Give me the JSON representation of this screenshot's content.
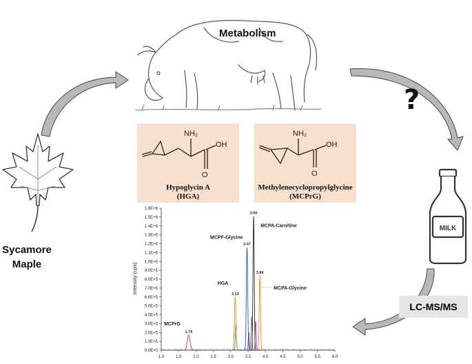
{
  "labels": {
    "metabolism": "Metabolism",
    "sycamore_line1": "Sycamore",
    "sycamore_line2": "Maple",
    "question": "?",
    "lcms": "LC-MS/MS"
  },
  "molecules": {
    "hga": {
      "name": "Hypoglycin A",
      "abbr": "(HGA)",
      "nh2": "NH₂",
      "oh": "OH"
    },
    "mcprg": {
      "name": "Methylenecyclopropylglycine",
      "abbr": "(MCPrG)",
      "nh2": "NH₂",
      "oh": "OH"
    }
  },
  "chart_data": {
    "type": "line",
    "ylabel": "Intensity (cps)",
    "xlim": [
      1.0,
      6.0
    ],
    "ylim": [
      0,
      1600000.0
    ],
    "x_ticks": [
      "1.0",
      "1.5",
      "2.0",
      "2.5",
      "3.0",
      "3.5",
      "4.0",
      "4.5",
      "5.0",
      "5.5",
      "6.0"
    ],
    "y_ticks": [
      "0.0E+0",
      "1.0E+5",
      "2.0E+5",
      "3.0E+5",
      "4.0E+5",
      "5.0E+5",
      "6.0E+5",
      "7.0E+5",
      "8.0E+5",
      "9.0E+5",
      "1.0E+6",
      "1.1E+6",
      "1.2E+6",
      "1.3E+6",
      "1.4E+6",
      "1.5E+6",
      "1.6E+6"
    ],
    "peaks": [
      {
        "name": "MCPrG",
        "rt": 1.79,
        "rt_label": "1.79",
        "height": 170000,
        "width": 0.08,
        "color": "#d6283a"
      },
      {
        "name": "HGA",
        "rt": 3.13,
        "rt_label": "3.13",
        "height": 600000,
        "width": 0.045,
        "color": "#e08a2a"
      },
      {
        "name": "MCPF-Glycine",
        "rt": 3.47,
        "rt_label": "3.47",
        "height": 1160000,
        "width": 0.04,
        "color": "#2a4fc4"
      },
      {
        "name": "MCPA-Carnitine",
        "rt": 3.66,
        "rt_label": "3.66",
        "height": 1510000,
        "width": 0.035,
        "color": "#222222"
      },
      {
        "name": "MCPA-Glycine",
        "rt": 3.84,
        "rt_label": "3.84",
        "height": 840000,
        "width": 0.035,
        "color": "#e08a2a"
      }
    ],
    "minor_peaks": [
      {
        "rt": 3.15,
        "height": 300000,
        "width": 0.03,
        "color": "#3f9a3a"
      },
      {
        "rt": 3.6,
        "height": 380000,
        "width": 0.03,
        "color": "#3f9a3a"
      },
      {
        "rt": 3.72,
        "height": 330000,
        "width": 0.03,
        "color": "#a43ab0"
      },
      {
        "rt": 3.52,
        "height": 200000,
        "width": 0.03,
        "color": "#a43ab0"
      }
    ]
  },
  "colors": {
    "box_fill": "#f6dfcd",
    "lcms_fill": "#e6e6e6"
  }
}
